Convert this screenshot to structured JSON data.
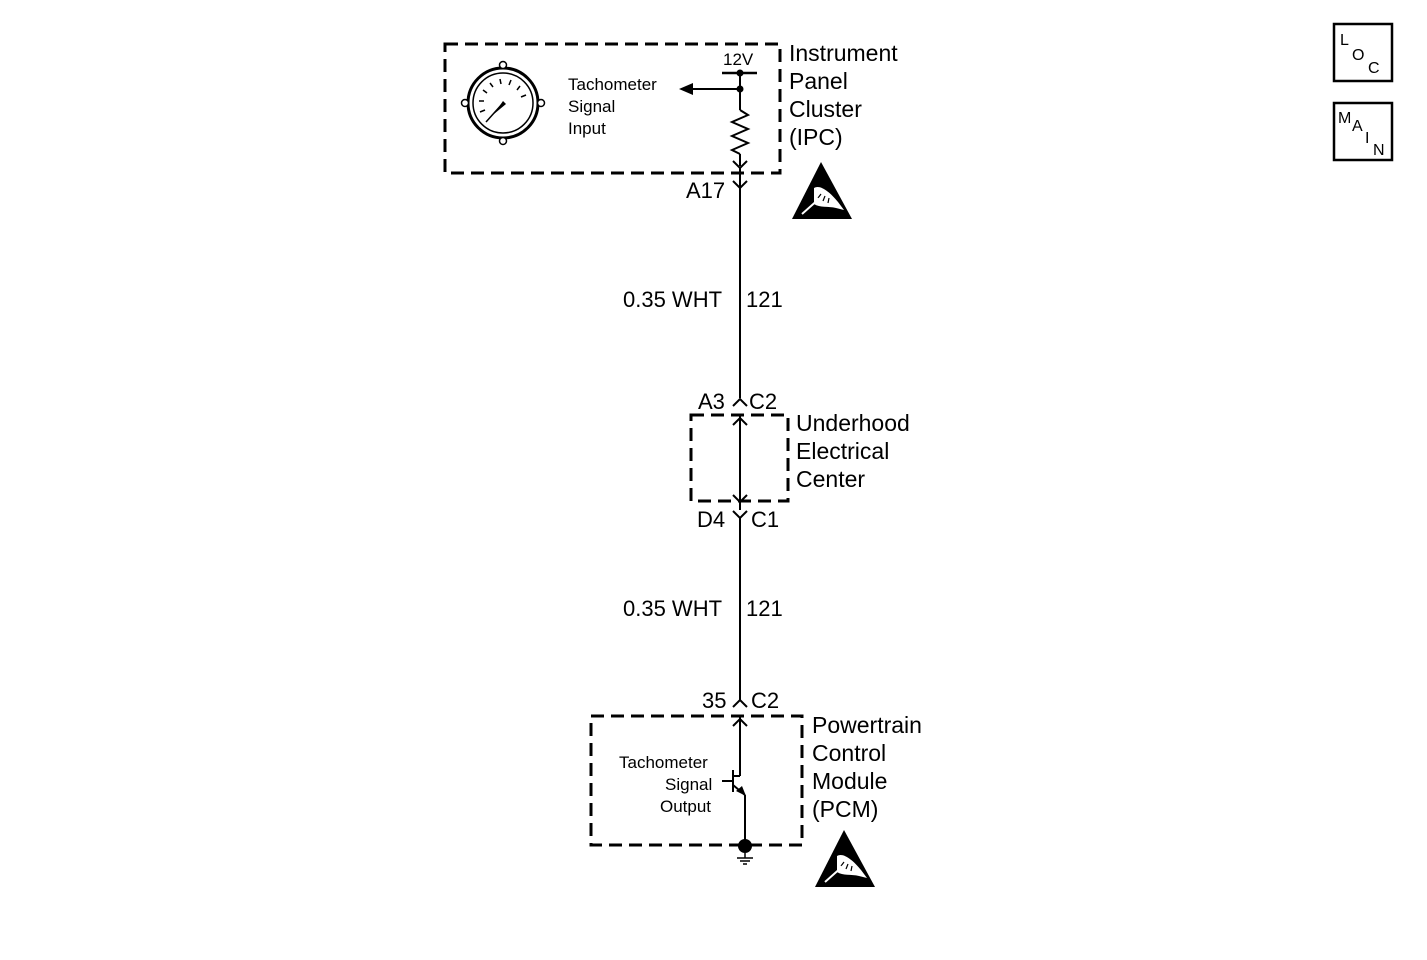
{
  "nav": {
    "loc": [
      "L",
      "O",
      "C"
    ],
    "main": [
      "M",
      "A",
      "I",
      "N"
    ]
  },
  "ipc": {
    "name_lines": [
      "Instrument",
      "Panel",
      "Cluster",
      "(IPC)"
    ],
    "input_lines": [
      "Tachometer",
      "Signal",
      "Input"
    ],
    "voltage": "12V",
    "pin": "A17"
  },
  "wire_top": {
    "gauge": "0.35 WHT",
    "circuit": "121"
  },
  "uec": {
    "name_lines": [
      "Underhood",
      "Electrical",
      "Center"
    ],
    "top_pin": "A3",
    "top_conn": "C2",
    "bottom_pin": "D4",
    "bottom_conn": "C1"
  },
  "wire_bottom": {
    "gauge": "0.35 WHT",
    "circuit": "121"
  },
  "pcm": {
    "name_lines": [
      "Powertrain",
      "Control",
      "Module",
      "(PCM)"
    ],
    "output_lines": [
      "Tachometer",
      "Signal",
      "Output"
    ],
    "pin": "35",
    "conn": "C2"
  },
  "icons": {
    "gauge": "tachometer-gauge-icon",
    "esd": "esd-sensitive-icon",
    "ground": "ground-icon",
    "resistor": "resistor-icon",
    "transistor": "transistor-icon"
  },
  "colors": {
    "ink": "#000000",
    "paper": "#ffffff"
  }
}
